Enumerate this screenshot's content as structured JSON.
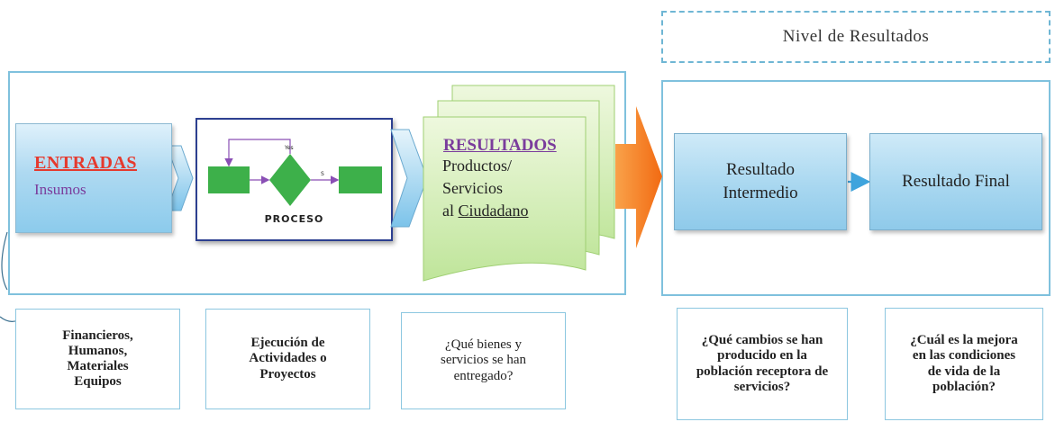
{
  "nivel": {
    "label": "Nivel de Resultados"
  },
  "entradas": {
    "title": "ENTRADAS",
    "subtitle": "Insumos"
  },
  "proceso": {
    "label": "PROCESO",
    "yes_label": "Yes",
    "si_label": "S"
  },
  "resultados": {
    "title": "RESULTADOS",
    "line1": "Productos/",
    "line2": "Servicios",
    "line3_prefix": "al ",
    "line3_underlined": "Ciudadano"
  },
  "resultado_intermedio": {
    "line1": "Resultado",
    "line2": "Intermedio"
  },
  "resultado_final": {
    "label": "Resultado Final"
  },
  "questions": {
    "q1": "Financieros, Humanos, Materiales Equipos",
    "q2": "Ejecución de Actividades o Proyectos",
    "q3": "¿Qué bienes y servicios se han entregado?",
    "q4": "¿Qué cambios se han producido en la población receptora de servicios?",
    "q5": "¿Cuál es la mejora en las condiciones de vida de la población?"
  },
  "colors": {
    "frame": "#7fc1dd",
    "entradas_red": "#e53a2e",
    "purple": "#7a3c9c",
    "green": "#3db04a",
    "orange": "#f57f20",
    "arrow_blue": "#3fa4dd"
  }
}
